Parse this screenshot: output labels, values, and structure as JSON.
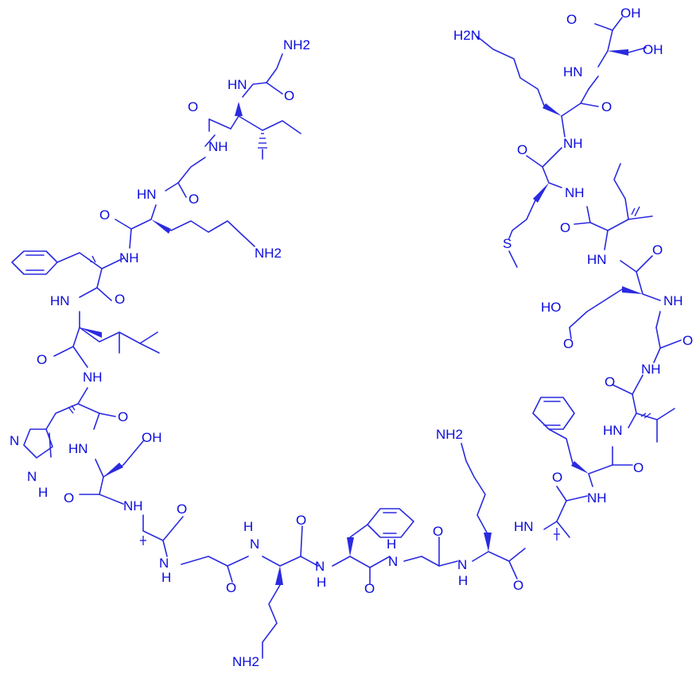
{
  "structure": {
    "labels": {
      "nh2_gly_n": "NH2",
      "nh2_lys_top": "H2N",
      "oh_cooh": "OH",
      "oh_ser_c": "OH",
      "nh2_lys_left": "NH2",
      "oh_ser_left": "OH",
      "nh_generic": "NH",
      "hn_generic": "HN",
      "n_generic": "N",
      "o_generic": "O",
      "s_met": "S",
      "ho_glu": "HO",
      "nh2_lys_bottom": "NH2",
      "nh2_lys_mid": "NH2",
      "h_imid": "H"
    }
  }
}
